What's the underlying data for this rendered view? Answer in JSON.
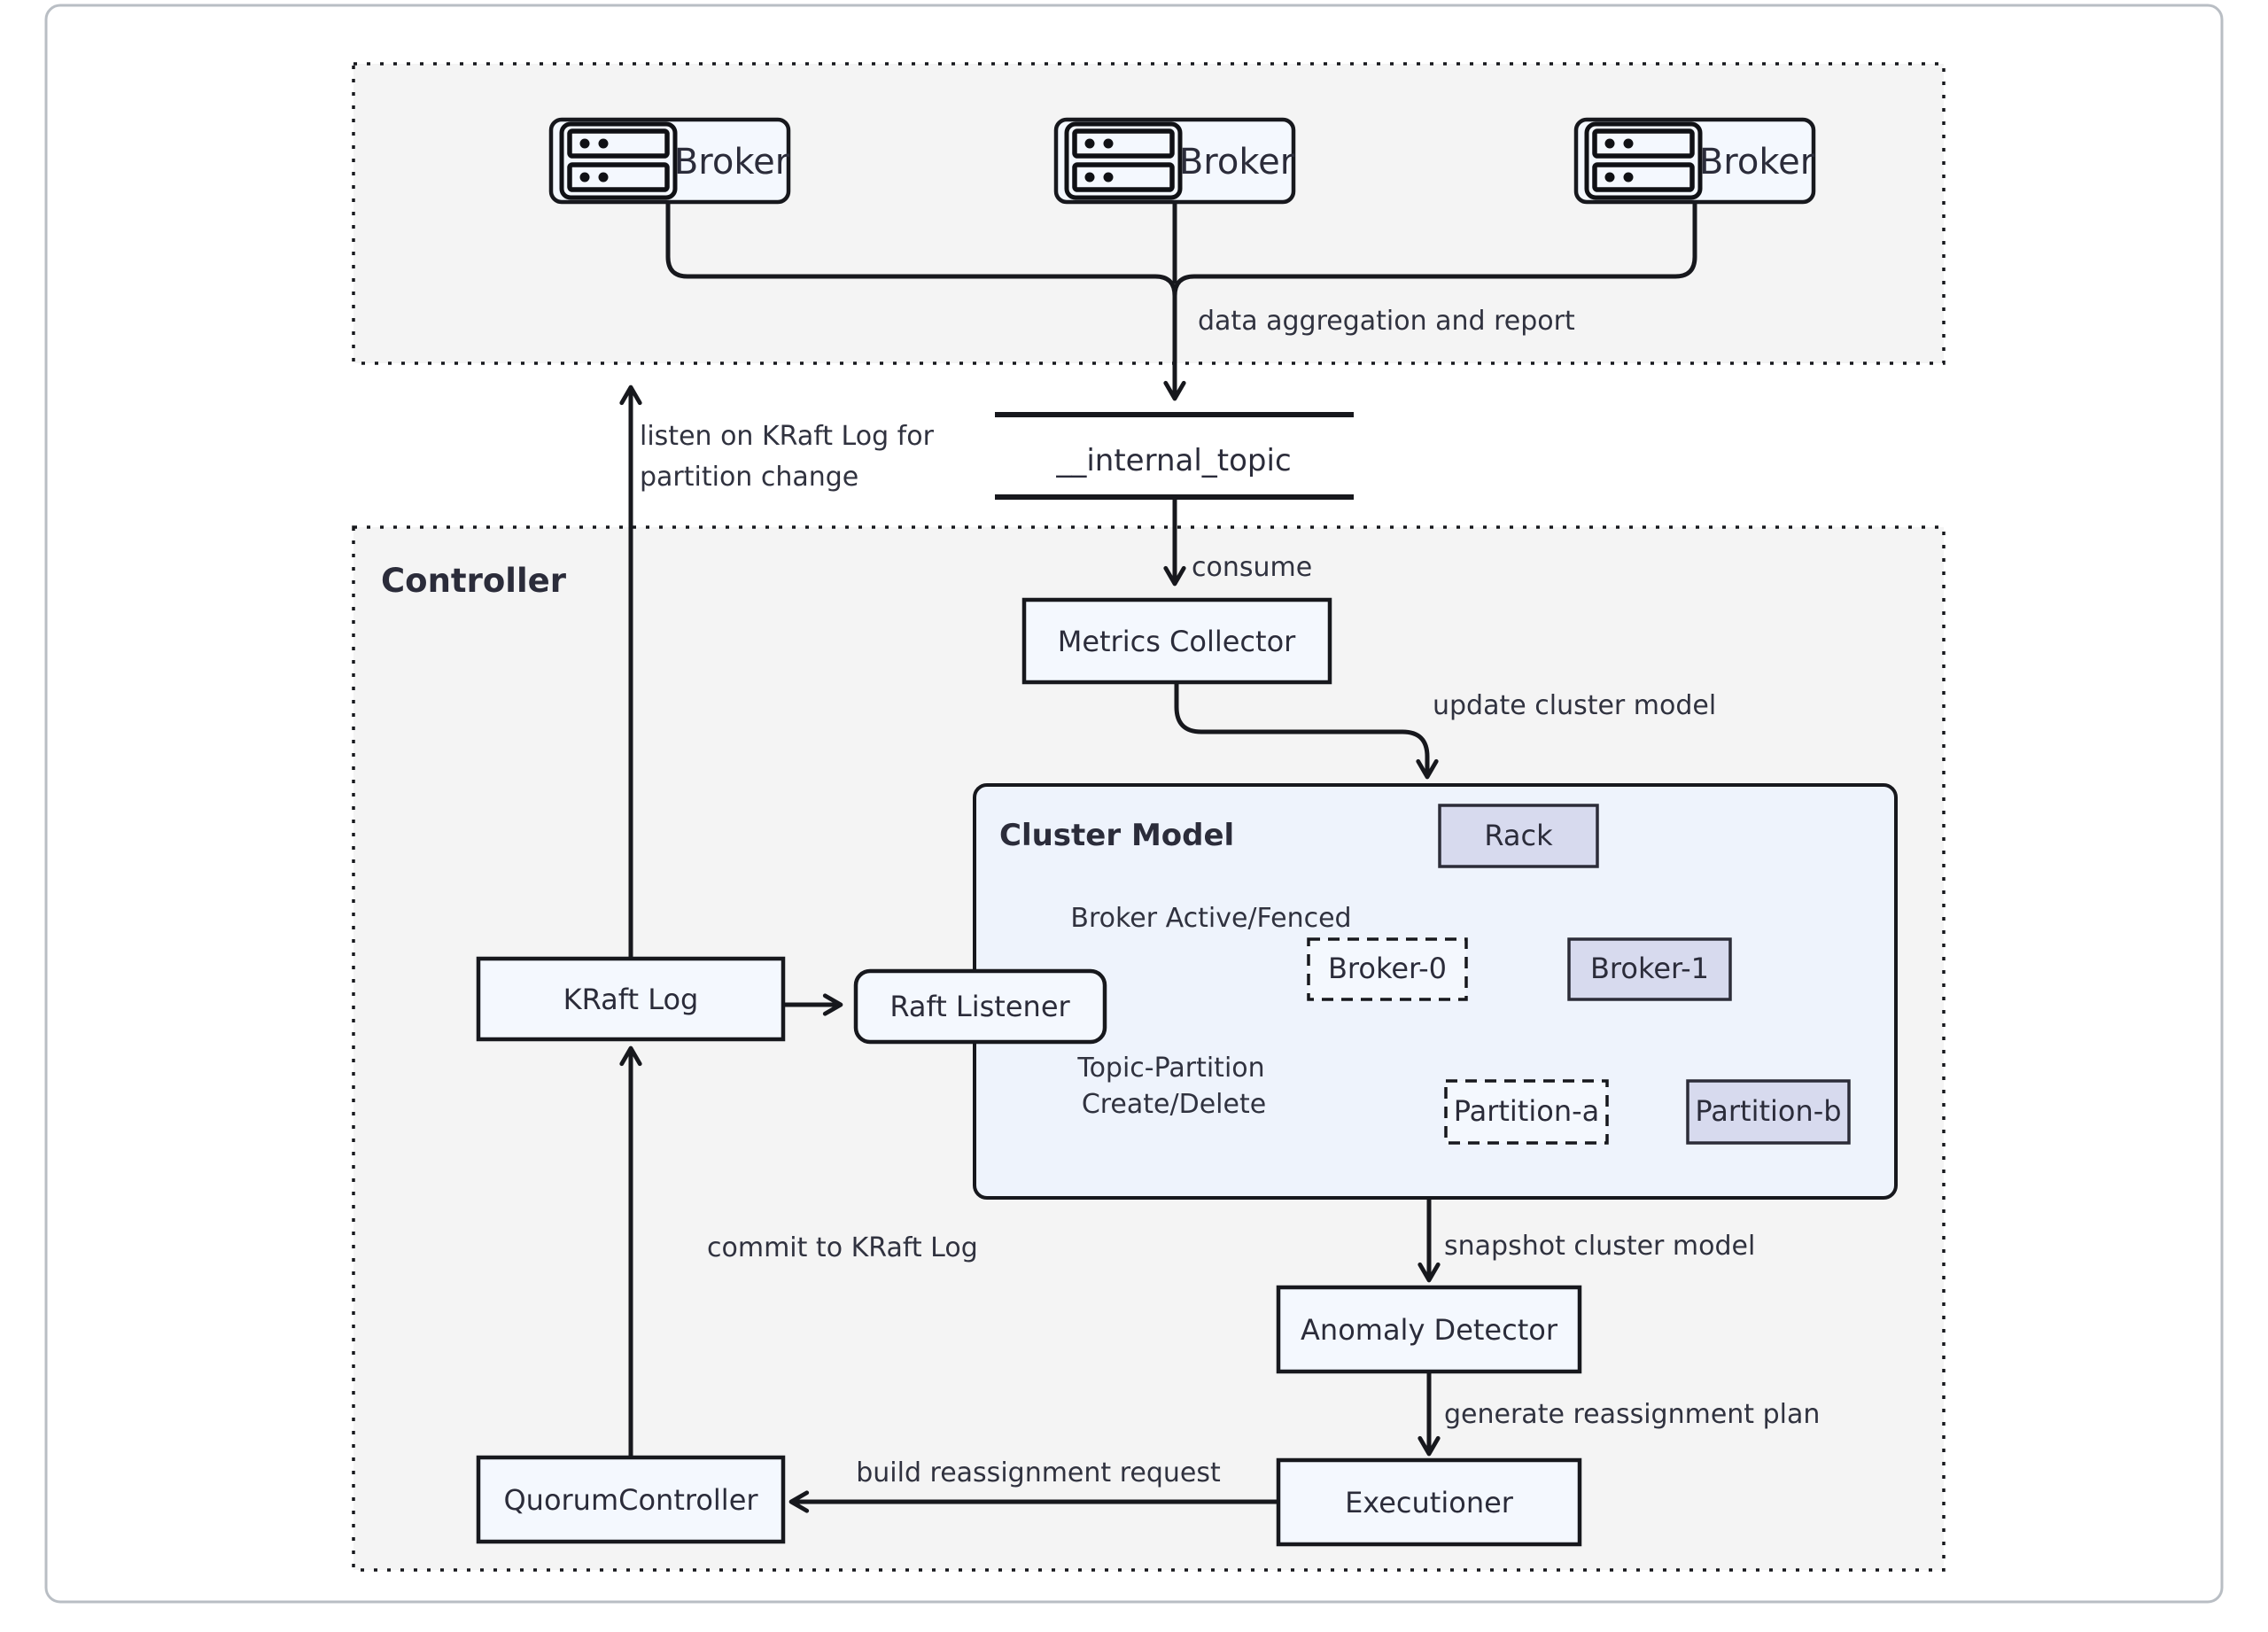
{
  "diagram": {
    "subgraphs": {
      "controller": "Controller",
      "cluster_model": "Cluster Model"
    },
    "nodes": {
      "broker": "Broker",
      "internal_topic": "__internal_topic",
      "metrics_collector": "Metrics Collector",
      "kraft_log": "KRaft Log",
      "raft_listener": "Raft Listener",
      "rack": "Rack",
      "broker0": "Broker-0",
      "broker1": "Broker-1",
      "partition_a": "Partition-a",
      "partition_b": "Partition-b",
      "anomaly_detector": "Anomaly Detector",
      "executioner": "Executioner",
      "quorum_controller": "QuorumController"
    },
    "edge_labels": {
      "data_aggregation": "data aggregation and report",
      "consume": "consume",
      "update_cluster_model": "update cluster model",
      "listen_line1": "listen on KRaft Log for",
      "listen_line2": "partition change",
      "broker_active_fenced": "Broker Active/Fenced",
      "topic_partition_line1": "Topic-Partition",
      "topic_partition_line2": "Create/Delete",
      "snapshot": "snapshot cluster model",
      "generate_plan": "generate reassignment plan",
      "build_request": "build reassignment request",
      "commit": "commit to KRaft Log"
    },
    "colors": {
      "stroke": "#17181d",
      "text": "#2b2c3a",
      "label": "#30323f",
      "node-fill": "#f4f8fe",
      "alt-fill": "#d7daee",
      "alt-stroke": "#2c2c38",
      "cluster-fill": "#eef3fc",
      "subgraph-fill": "#f4f4f4",
      "frame": "#b9bec4",
      "page-bg": "#ffffff"
    }
  }
}
